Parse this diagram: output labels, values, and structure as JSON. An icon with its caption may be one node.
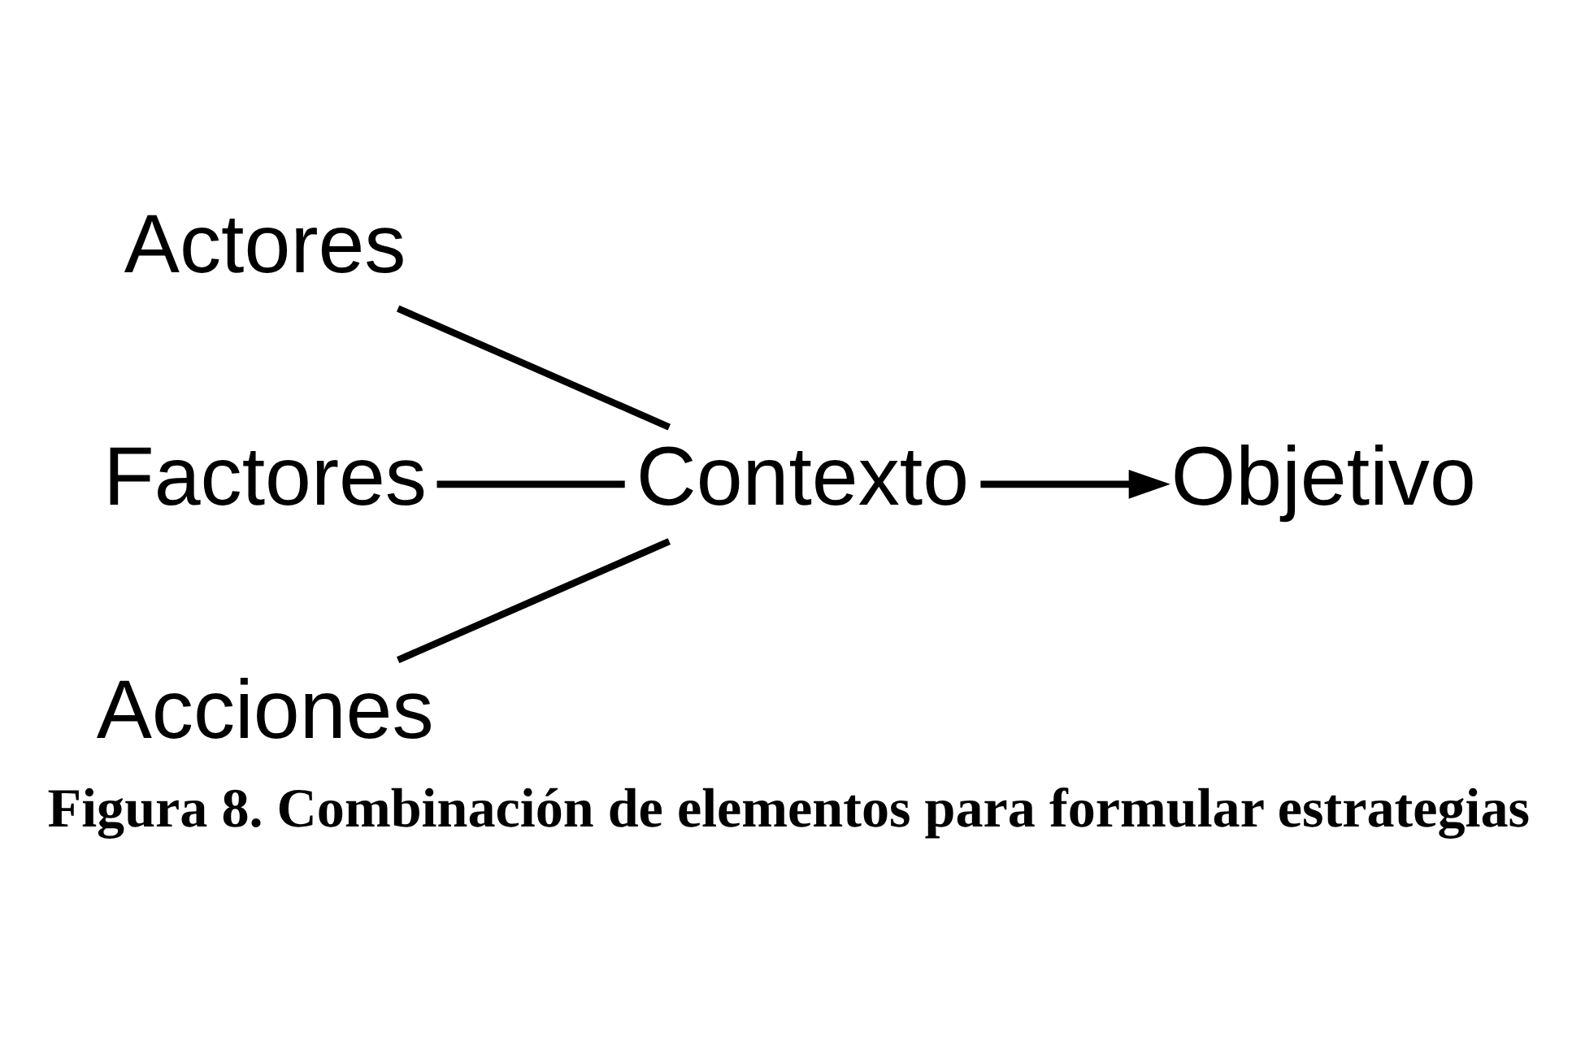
{
  "diagram": {
    "caption": "Figura 8. Combinación de elementos para formular estrategias",
    "nodes": [
      {
        "text": [
          "Actores"
        ]
      },
      {
        "text": [
          "Factores"
        ]
      },
      {
        "text": [
          "Acciones"
        ]
      },
      {
        "text": [
          "Contexto"
        ]
      },
      {
        "text": [
          "Objetivo"
        ]
      }
    ],
    "edges": [
      {
        "from": 0,
        "to": 3,
        "arrow": "none"
      },
      {
        "from": 1,
        "to": 3,
        "arrow": "none"
      },
      {
        "from": 2,
        "to": 3,
        "arrow": "none"
      },
      {
        "from": 3,
        "to": 4,
        "arrow": "to"
      }
    ]
  }
}
